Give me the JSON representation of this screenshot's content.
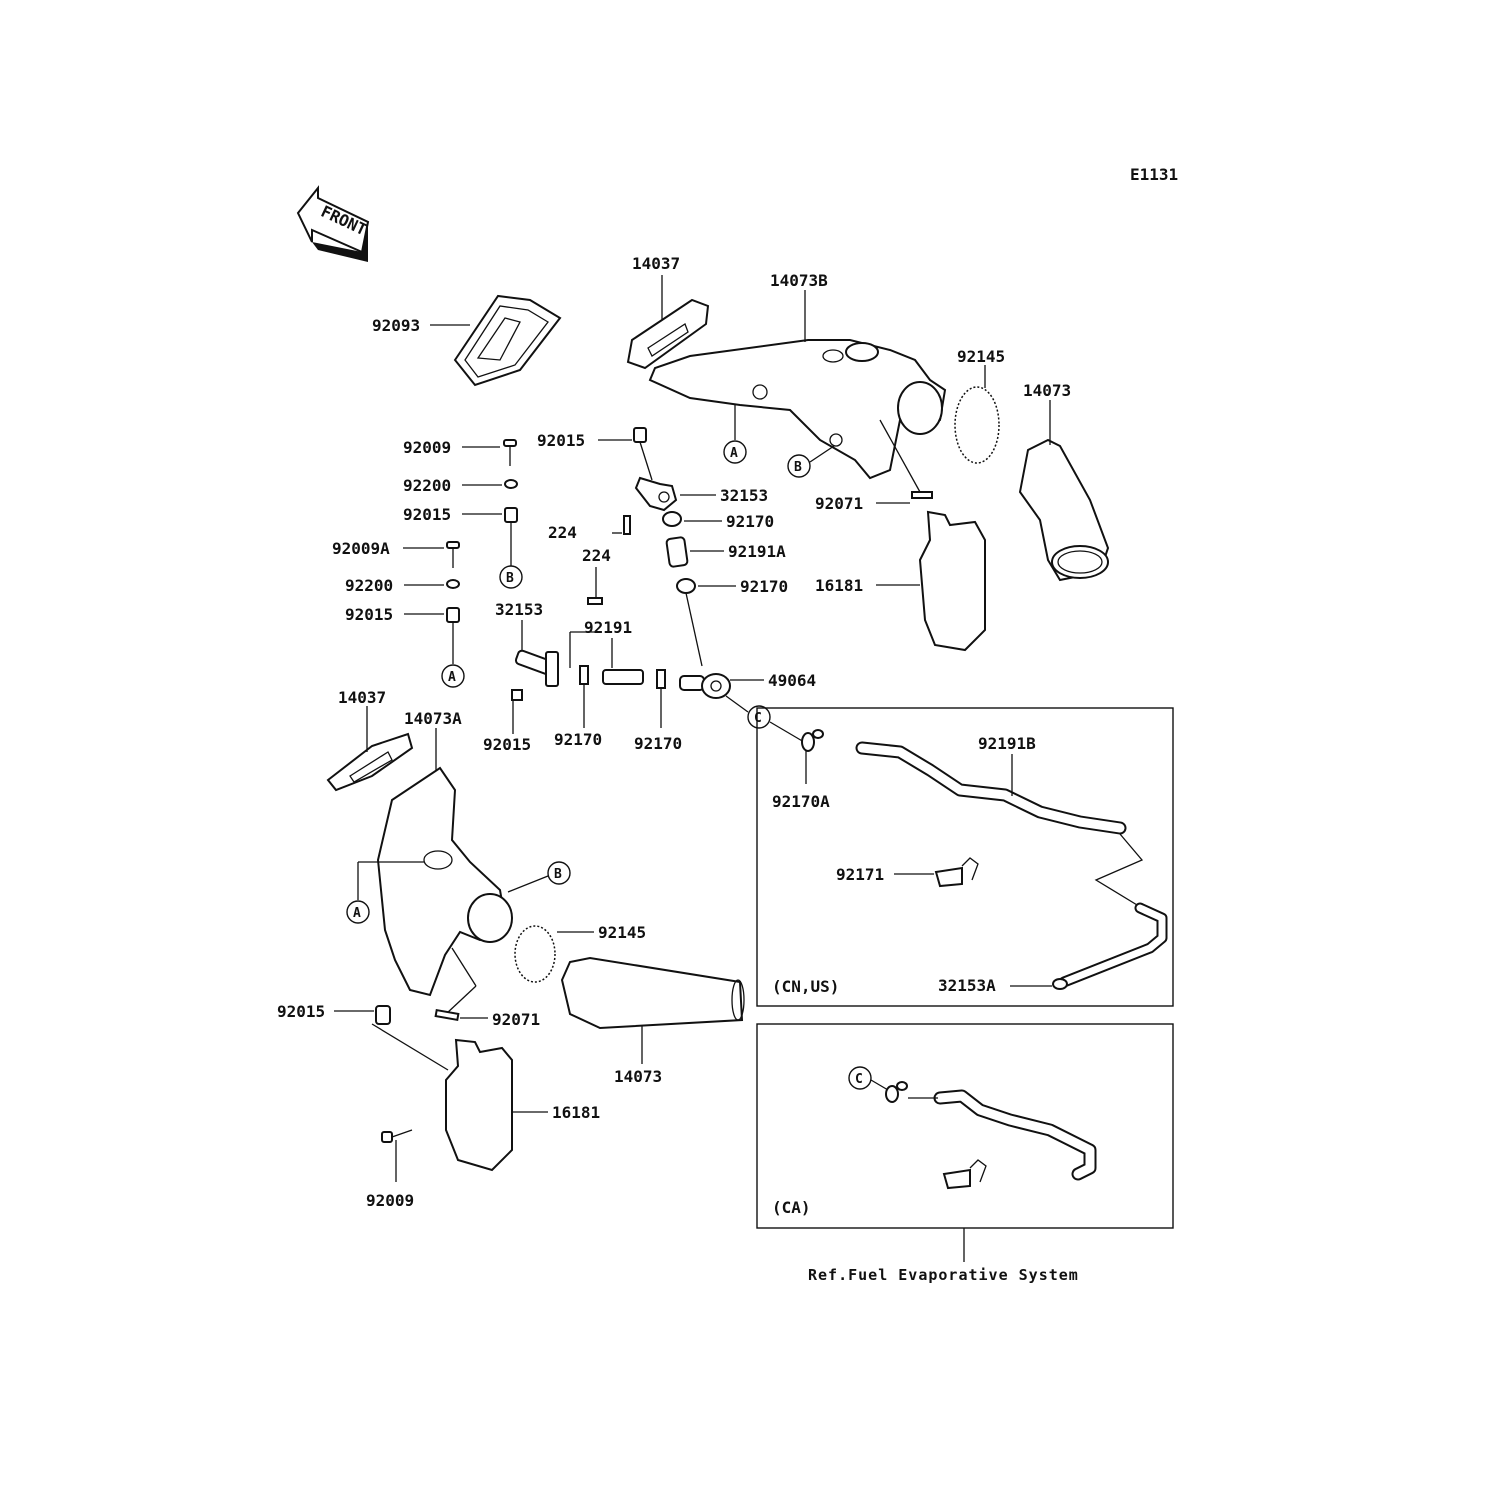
{
  "diagram_code": "E1131",
  "front_label": "FRONT",
  "labels": {
    "l92093": "92093",
    "l14037_top": "14037",
    "l14073B": "14073B",
    "l92145_top": "92145",
    "l14073_top": "14073",
    "l92009_a": "92009",
    "l92015_a": "92015",
    "l32153_a": "32153",
    "l92200_a": "92200",
    "l92015_b": "92015",
    "l224_a": "224",
    "l92170_a": "92170",
    "l92071_a": "92071",
    "l92009A": "92009A",
    "l92191A": "92191A",
    "l224_b": "224",
    "l92200_b": "92200",
    "l92170_b": "92170",
    "l16181_a": "16181",
    "l32153_b": "32153",
    "l92015_c": "92015",
    "l92191": "92191",
    "l49064": "49064",
    "l14037_left": "14037",
    "l14073A": "14073A",
    "l92015_d": "92015",
    "l92170_c": "92170",
    "l92170_d": "92170",
    "l92191B": "92191B",
    "l92170A": "92170A",
    "l92171": "92171",
    "l92145_b": "92145",
    "l32153A": "32153A",
    "l92015_e": "92015",
    "l92071_b": "92071",
    "l14073_b": "14073",
    "l16181_b": "16181",
    "l92009_b": "92009"
  },
  "callouts": {
    "A": "A",
    "B": "B",
    "C": "C"
  },
  "regions": {
    "cn_us": "(CN,US)",
    "ca": "(CA)"
  },
  "reference_note": "Ref.Fuel Evaporative System"
}
